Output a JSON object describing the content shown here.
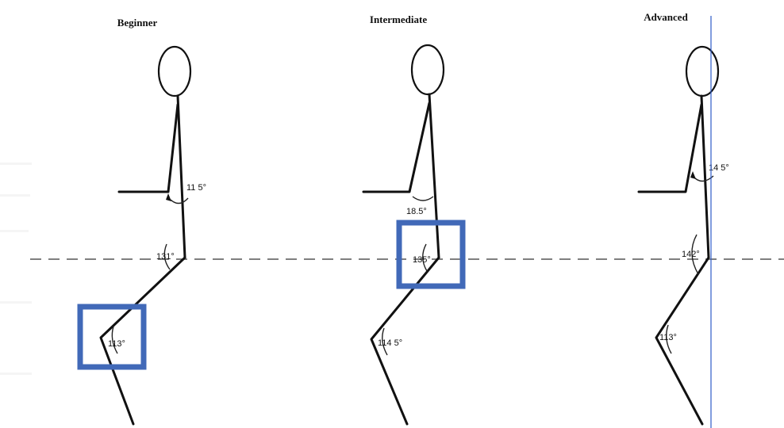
{
  "levels": [
    {
      "title": "Beginner",
      "trunk_angle": "11 5°",
      "hip_angle": "131°",
      "knee_angle": "113°"
    },
    {
      "title": "Intermediate",
      "trunk_angle": "18.5°",
      "hip_angle": "135°",
      "knee_angle": "114 5°"
    },
    {
      "title": "Advanced",
      "trunk_angle": "14 5°",
      "hip_angle": "142°",
      "knee_angle": "113°"
    }
  ],
  "colors": {
    "highlight_box": "#4169b8",
    "reference_line": "#2e5cc7",
    "figure": "#111111",
    "dashed_hip_line": "#555555"
  }
}
